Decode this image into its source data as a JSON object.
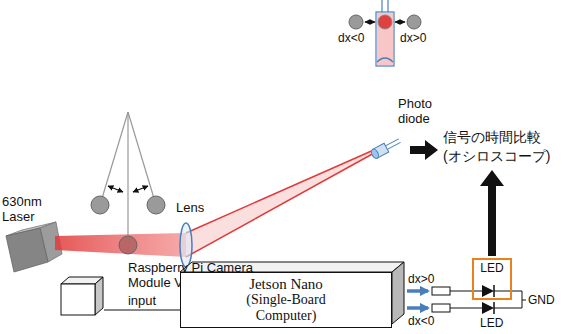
{
  "diagram": {
    "nodes": [
      {
        "text": [
          "Raspberry Pi Camera Module V2"
        ]
      },
      {
        "text": [
          "Jetson Nano",
          "(Single-Board Computer)"
        ]
      },
      {
        "text": [
          "LED"
        ]
      }
    ],
    "edges": [
      {
        "from": 0,
        "to": 1,
        "arrow": "none",
        "label": "input"
      }
    ],
    "labels": [
      "630nm Laser",
      "Lens",
      "dx<0",
      "dx>0",
      "Photo diode",
      "信号の時間比較 (オシロスコープ)",
      "dx>0",
      "dx<0",
      "LED",
      "GND"
    ]
  }
}
